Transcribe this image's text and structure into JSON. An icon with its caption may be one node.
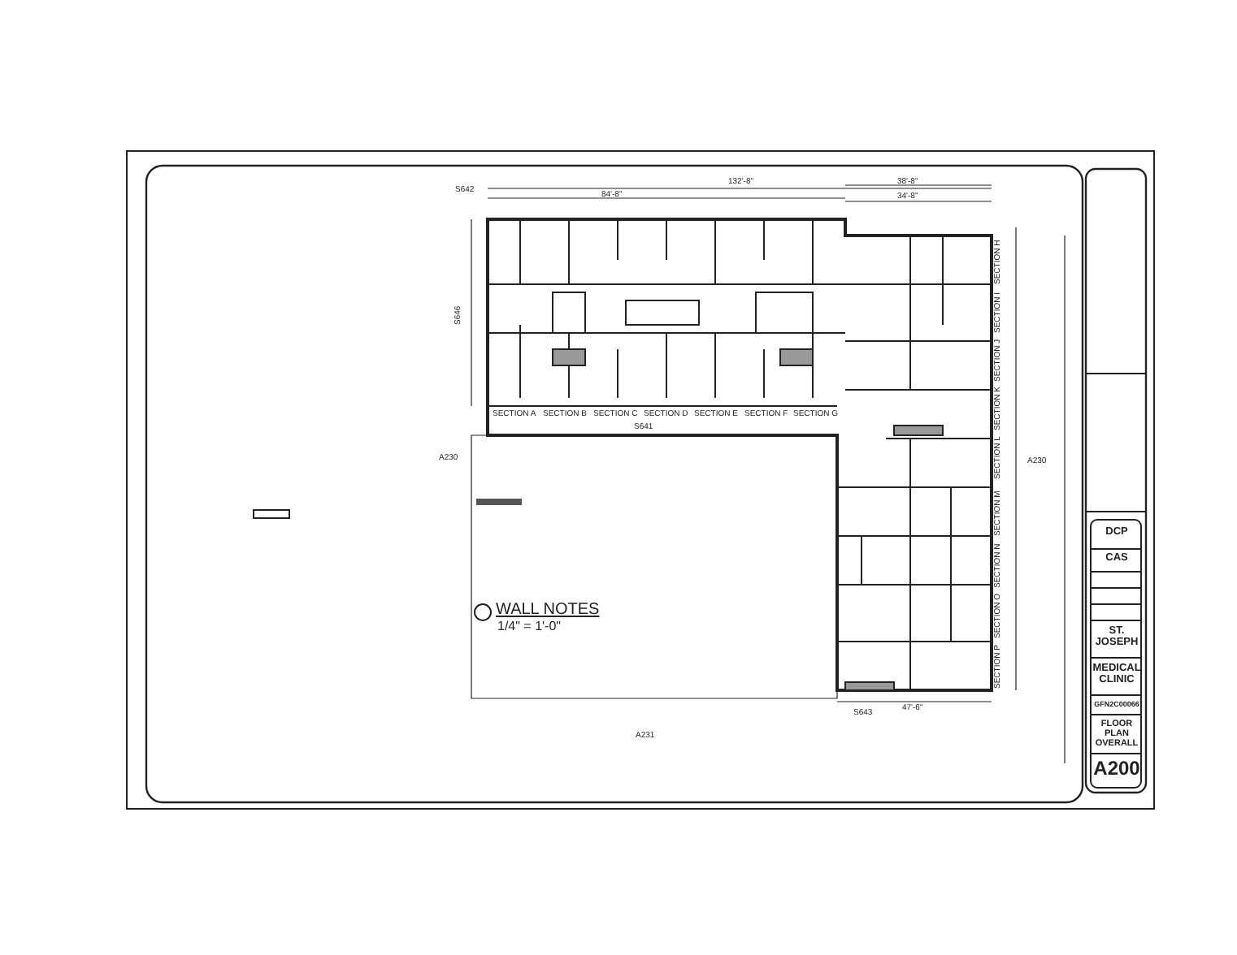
{
  "diagram": {
    "labels": [
      "S642",
      "84'-8\"",
      "132'-8\"",
      "38'-8\"",
      "34'-8\"",
      "S646",
      "SECTION A",
      "SECTION B",
      "SECTION C",
      "SECTION D",
      "SECTION E",
      "SECTION F",
      "SECTION G",
      "S641",
      "A230",
      "SECTION H",
      "SECTION I",
      "SECTION J",
      "SECTION K",
      "SECTION L",
      "SECTION M",
      "SECTION N",
      "SECTION O",
      "SECTION P",
      "A230",
      "WALL NOTES",
      "1/4\" = 1'-0\"",
      "S643",
      "47'-6\"",
      "A231",
      "DCP",
      "CAS",
      "ST. JOSEPH",
      "MEDICAL CLINIC",
      "GFN2C00066",
      "FLOOR PLAN OVERALL",
      "A200"
    ]
  }
}
